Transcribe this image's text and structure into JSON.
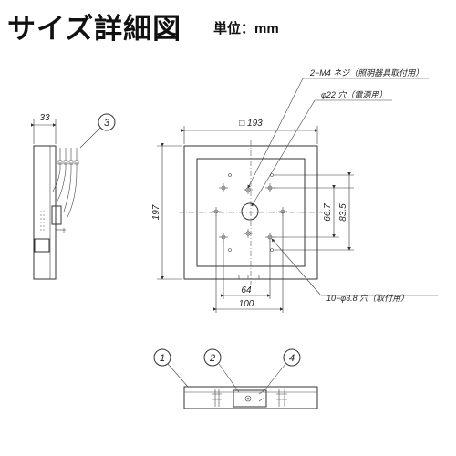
{
  "header": {
    "title": "サイズ詳細図",
    "unit": "単位：mm"
  },
  "side_view": {
    "dim_width": "33",
    "callout": "3"
  },
  "front_view": {
    "dim_square": "□ 193",
    "dim_height": "197",
    "dim_inner_a": "66.7",
    "dim_inner_b": "83.5",
    "dim_holes_a": "64",
    "dim_holes_b": "100",
    "note_screw": "2−M4 ネジ（照明器具取付用）",
    "note_cable": "φ22 穴（電源用）",
    "note_mount": "10−φ3.8 穴（取付用）"
  },
  "bottom_view": {
    "callouts": [
      "1",
      "2",
      "4"
    ]
  },
  "colors": {
    "line": "#333333",
    "text": "#222222"
  }
}
